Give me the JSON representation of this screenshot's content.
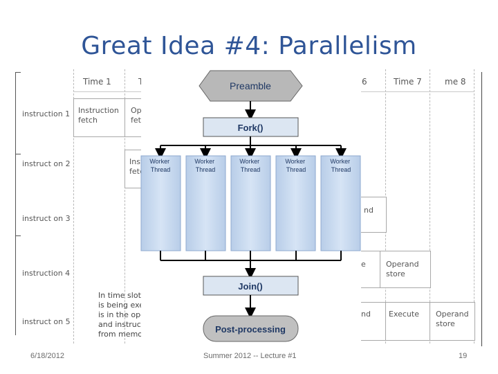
{
  "slide": {
    "title": "Great Idea #4: Parallelism",
    "footer_date": "6/18/2012",
    "footer_course": "Summer 2012 -- Lecture #1",
    "footer_page": "19"
  },
  "pipeline": {
    "time_headers": [
      "Time 1",
      "T",
      "6",
      "Time 7",
      "me 8"
    ],
    "rows": [
      "instruction 1",
      "instruct on 2",
      "instruct on 3",
      "instruction 4",
      "instruct on 5"
    ],
    "cells": [
      {
        "text": "Instruction fetch"
      },
      {
        "text": "Op fet"
      },
      {
        "text": "Inst fetc"
      },
      {
        "text": "nd"
      },
      {
        "text": "e"
      },
      {
        "text": "Operand store"
      },
      {
        "text": "nd"
      },
      {
        "text": "Execute"
      },
      {
        "text": "Operand store"
      }
    ],
    "note": [
      "In time slot",
      "is being exe",
      "is in the ope",
      "and instruct",
      "from memo"
    ]
  },
  "diagram": {
    "preamble": "Preamble",
    "fork": "Fork()",
    "workers": [
      "Worker Thread",
      "Worker Thread",
      "Worker Thread",
      "Worker Thread",
      "Worker Thread"
    ],
    "join": "Join()",
    "post": "Post-processing",
    "colors": {
      "preamble_fill": "#b8b8b8",
      "fork_fill": "#dce6f2",
      "worker_fill": "#c6d9f1",
      "post_fill": "#c0c0c0",
      "label": "#1f3864"
    }
  }
}
